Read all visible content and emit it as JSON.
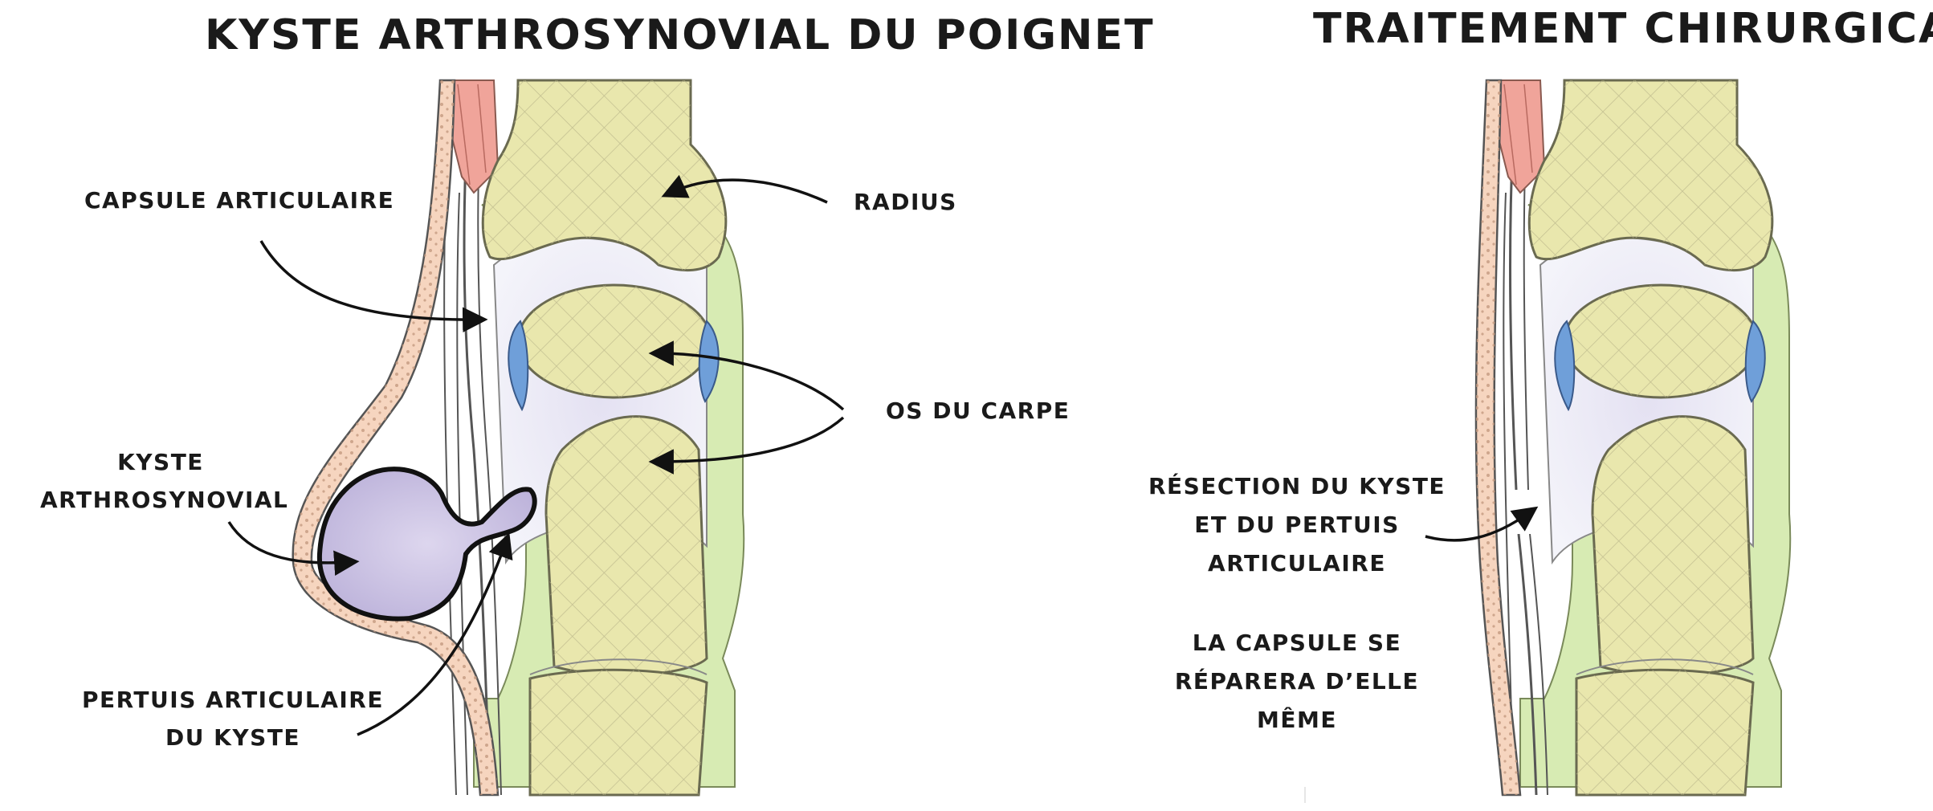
{
  "left_panel": {
    "title": "KYSTE ARTHROSYNOVIAL DU POIGNET",
    "labels": {
      "capsule": "CAPSULE ARTICULAIRE",
      "radius": "RADIUS",
      "os_carpe": "OS DU CARPE",
      "kyste_line1": "KYSTE",
      "kyste_line2": "ARTHROSYNOVIAL",
      "pertuis_line1": "PERTUIS ARTICULAIRE",
      "pertuis_line2": "DU KYSTE"
    }
  },
  "right_panel": {
    "title": "TRAITEMENT CHIRURGICAL",
    "labels": {
      "resection_line1": "RÉSECTION DU KYSTE",
      "resection_line2": "ET DU PERTUIS",
      "resection_line3": "ARTICULAIRE",
      "capsule_line1": "LA CAPSULE SE",
      "capsule_line2": "RÉPARERA D’ELLE",
      "capsule_line3": "MÊME"
    }
  },
  "colors": {
    "bone": "#e9e7ad",
    "bone_outline": "#6a6a50",
    "cartilage": "#eef0f6",
    "synovial": "#d7ebb3",
    "cyst": "#c8bfe0",
    "ligament_blue": "#6f9fd9",
    "skin": "#f6d5bf",
    "muscle": "#f0a49a"
  }
}
